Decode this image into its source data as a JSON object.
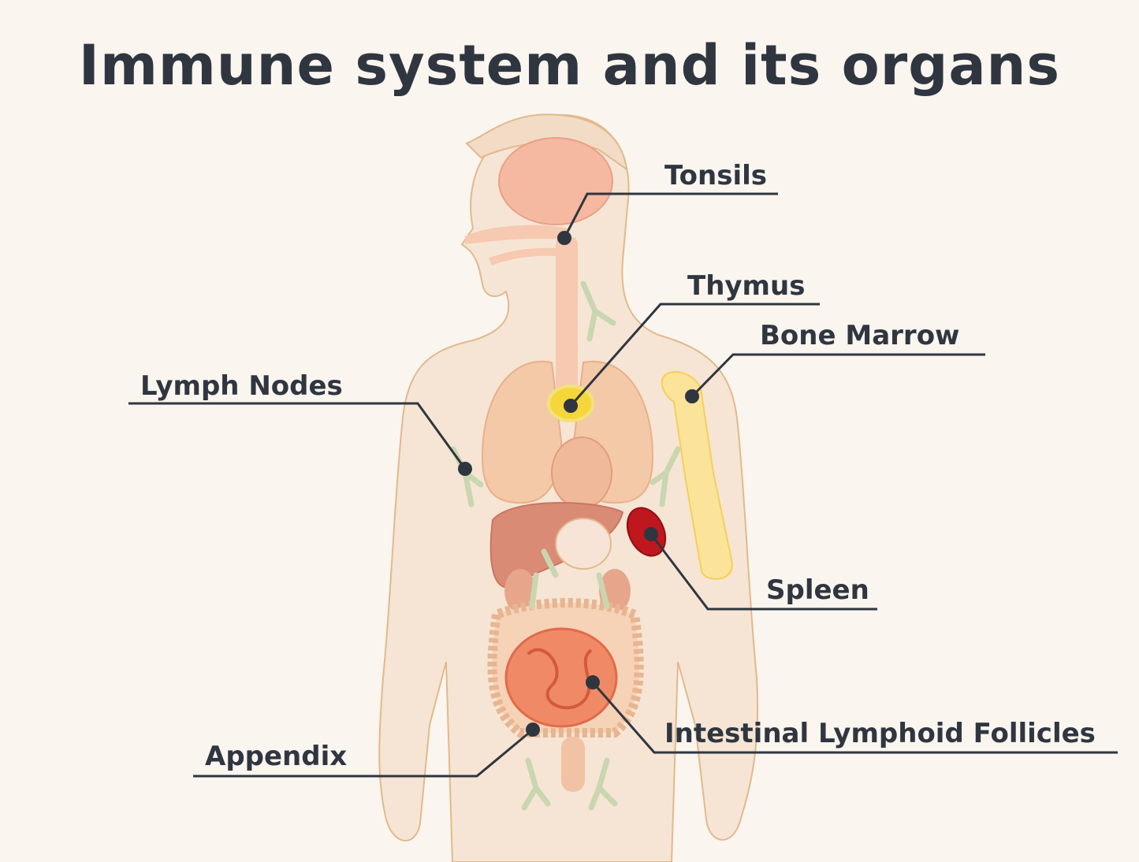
{
  "title": "Immune system and its organs",
  "labels": {
    "tonsils": "Tonsils",
    "thymus": "Thymus",
    "bone_marrow": "Bone Marrow",
    "lymph_nodes": "Lymph Nodes",
    "spleen": "Spleen",
    "intestinal": "Intestinal Lymphoid Follicles",
    "appendix": "Appendix"
  },
  "colors": {
    "background": "#faf5ef",
    "text": "#2f3640",
    "body": "#f6e5d4",
    "outline": "#e2b98c",
    "spleen": "#c0161e",
    "thymus": "#f5d63b",
    "bone": "#fbe49a",
    "lymph": "#c9d6b0"
  }
}
